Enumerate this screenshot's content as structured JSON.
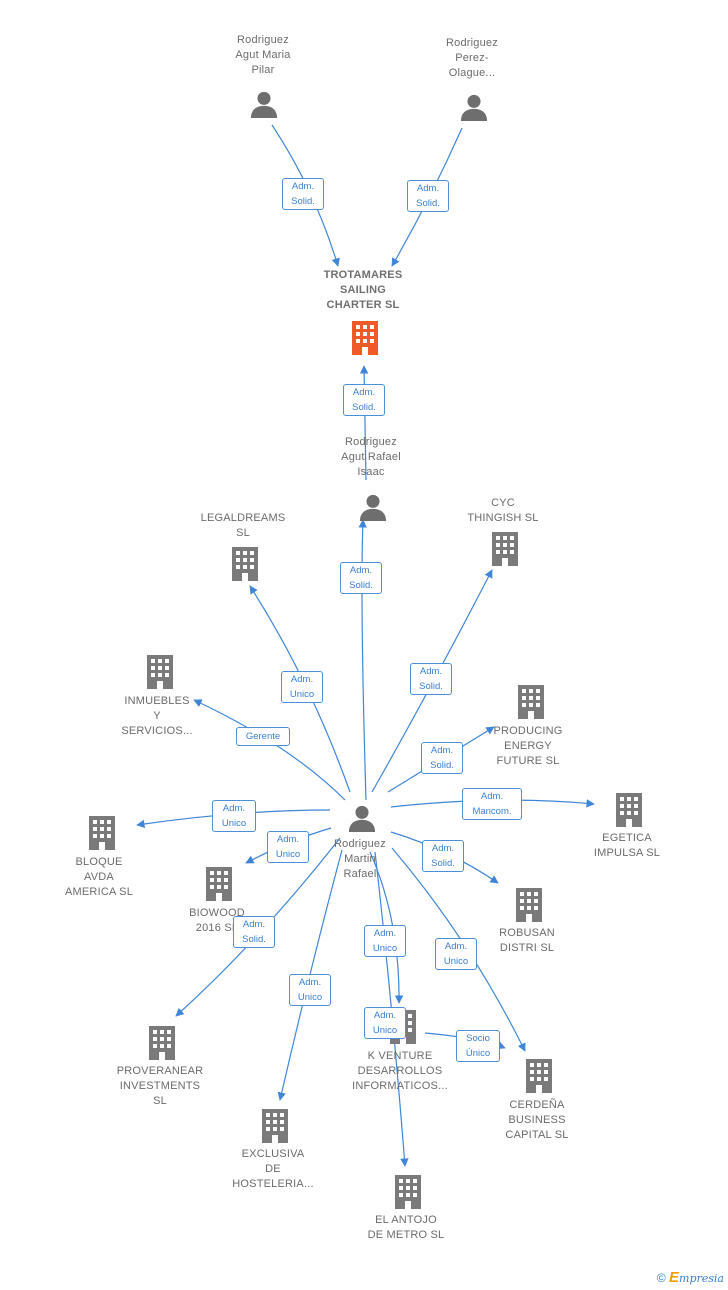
{
  "colors": {
    "edge": "#3f86d8",
    "building": "#7a7a7a",
    "person": "#6e6e6e",
    "focus": "#f05a28"
  },
  "nodes": {
    "trotamares": {
      "label": "TROTAMARES\nSAILING\nCHARTER  SL",
      "icon": "building-icon"
    },
    "pilar": {
      "label": "Rodriguez\nAgut Maria\nPilar",
      "icon": "person-icon"
    },
    "perez": {
      "label": "Rodriguez\nPerez-\nOlague...",
      "icon": "person-icon"
    },
    "isaac": {
      "label": "Rodriguez\nAgut Rafael\nIsaac",
      "icon": "person-icon"
    },
    "rafael": {
      "label": "Rodriguez\nMartin\nRafael",
      "icon": "person-icon"
    },
    "legaldreams": {
      "label": "LEGALDREAMS\nSL",
      "icon": "building-icon"
    },
    "cyc": {
      "label": "CYC\nTHINGISH  SL",
      "icon": "building-icon"
    },
    "inmuebles": {
      "label": "INMUEBLES\nY\nSERVICIOS...",
      "icon": "building-icon"
    },
    "producing": {
      "label": "PRODUCING\nENERGY\nFUTURE SL",
      "icon": "building-icon"
    },
    "bloque": {
      "label": "BLOQUE\nAVDA\nAMERICA  SL",
      "icon": "building-icon"
    },
    "egetica": {
      "label": "EGETICA\nIMPULSA SL",
      "icon": "building-icon"
    },
    "biowood": {
      "label": "BIOWOOD\n2016  SL",
      "icon": "building-icon"
    },
    "robusan": {
      "label": "ROBUSAN\nDISTRI  SL",
      "icon": "building-icon"
    },
    "proveranear": {
      "label": "PROVERANEAR\nINVESTMENTS\nSL",
      "icon": "building-icon"
    },
    "kventure": {
      "label": "K VENTURE\nDESARROLLOS\nINFORMATICOS...",
      "icon": "building-icon"
    },
    "cerdena": {
      "label": "CERDEÑA\nBUSINESS\nCAPITAL SL",
      "icon": "building-icon"
    },
    "exclusiva": {
      "label": "EXCLUSIVA\nDE\nHOSTELERIA...",
      "icon": "building-icon"
    },
    "antojo": {
      "label": "EL ANTOJO\nDE METRO  SL",
      "icon": "building-icon"
    }
  },
  "relations": [
    {
      "from": "pilar",
      "to": "trotamares",
      "label": "Adm.\nSolid."
    },
    {
      "from": "perez",
      "to": "trotamares",
      "label": "Adm.\nSolid."
    },
    {
      "from": "isaac",
      "to": "trotamares",
      "label": "Adm.\nSolid."
    },
    {
      "from": "rafael",
      "to": "trotamares",
      "label": "Adm.\nSolid."
    },
    {
      "from": "rafael",
      "to": "legaldreams",
      "label": "Adm.\nUnico"
    },
    {
      "from": "rafael",
      "to": "cyc",
      "label": "Adm.\nSolid."
    },
    {
      "from": "rafael",
      "to": "inmuebles",
      "label": "Gerente"
    },
    {
      "from": "rafael",
      "to": "producing",
      "label": "Adm.\nSolid."
    },
    {
      "from": "rafael",
      "to": "bloque",
      "label": "Adm.\nUnico"
    },
    {
      "from": "rafael",
      "to": "egetica",
      "label": "Adm.\nMancom."
    },
    {
      "from": "rafael",
      "to": "biowood",
      "label": "Adm.\nUnico"
    },
    {
      "from": "rafael",
      "to": "robusan",
      "label": "Adm.\nSolid."
    },
    {
      "from": "rafael",
      "to": "proveranear",
      "label": "Adm.\nSolid."
    },
    {
      "from": "rafael",
      "to": "exclusiva",
      "label": "Adm.\nUnico"
    },
    {
      "from": "rafael",
      "to": "kventure",
      "label": "Adm.\nUnico"
    },
    {
      "from": "rafael",
      "to": "antojo",
      "label": "Adm.\nUnico"
    },
    {
      "from": "rafael",
      "to": "cerdena",
      "label": "Adm.\nUnico"
    },
    {
      "from": "kventure",
      "to": "cerdena",
      "label": "Socio\nÚnico"
    }
  ],
  "footer": {
    "copyright": "©",
    "brand_initial": "E",
    "brand_rest": "mpresia"
  }
}
